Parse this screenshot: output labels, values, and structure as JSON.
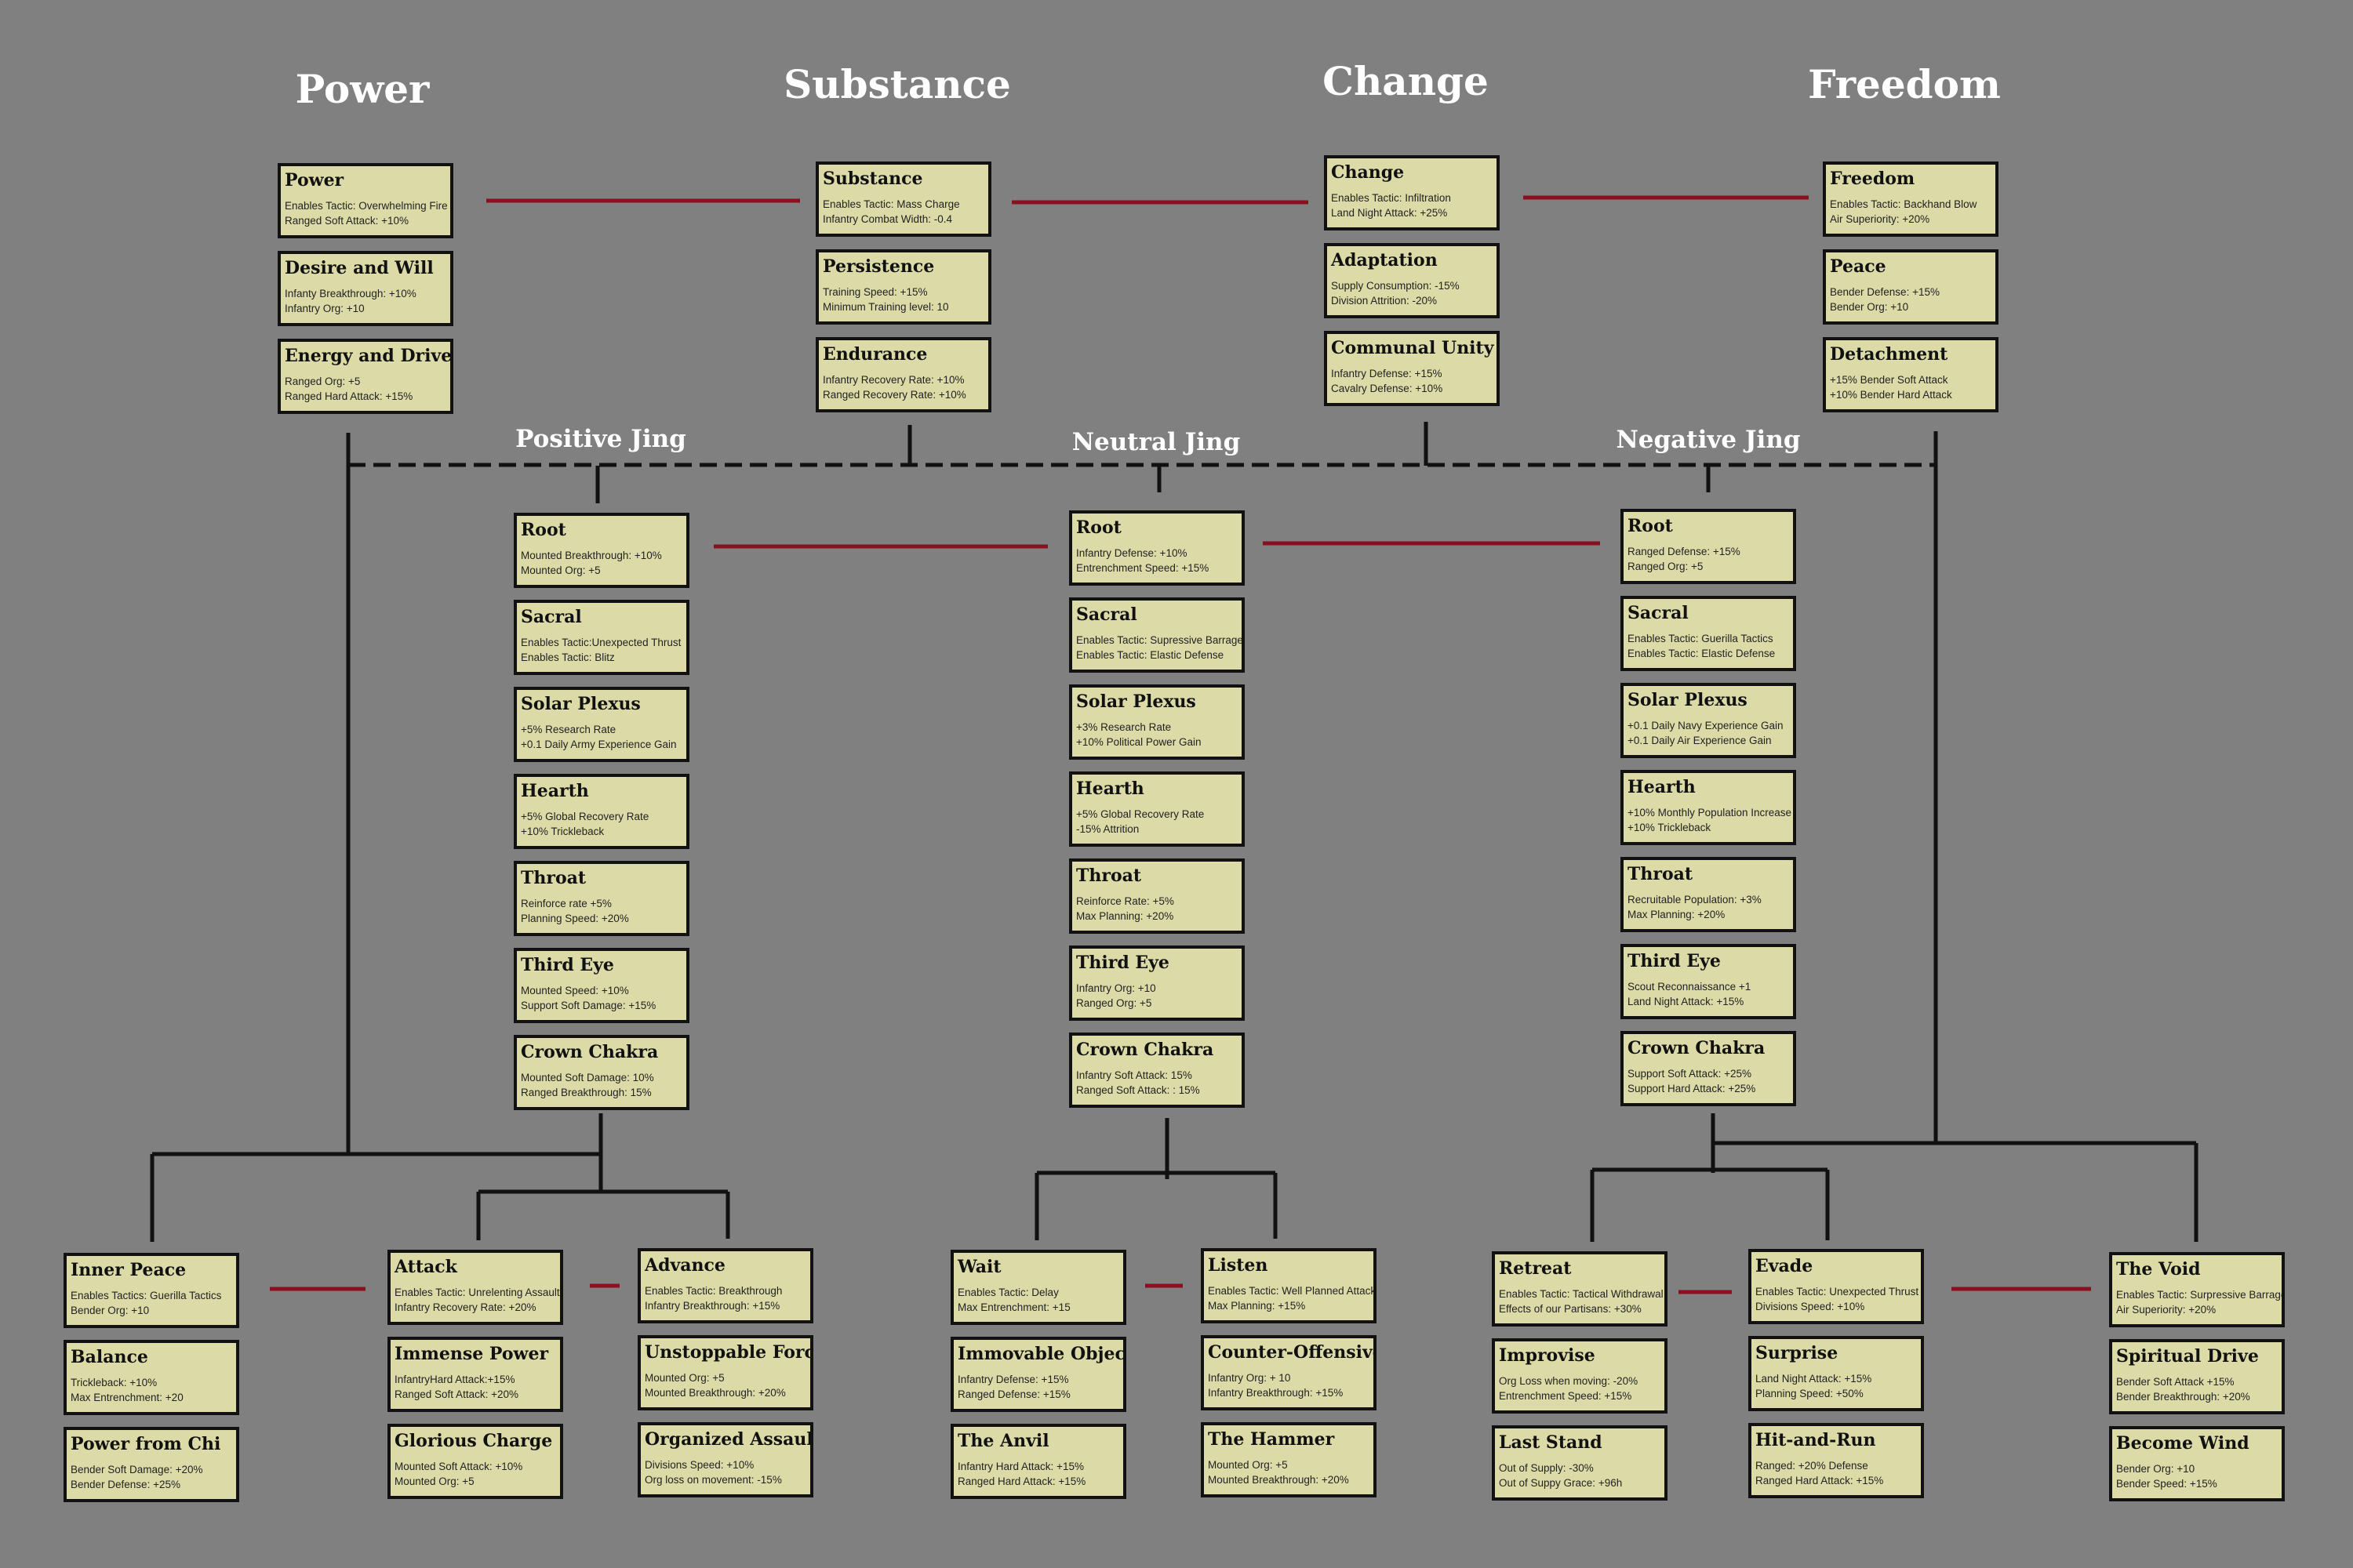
{
  "colors": {
    "background": "#808080",
    "node_fill": "#dcdba8",
    "node_border": "#111111",
    "link_red": "#8a1020",
    "link_black": "#111111",
    "header_text": "#ffffff"
  },
  "headers": [
    "Power",
    "Substance",
    "Change",
    "Freedom"
  ],
  "jing_labels": [
    "Positive Jing",
    "Neutral Jing",
    "Negative Jing"
  ],
  "groups": [
    {
      "id": "power",
      "nodes": [
        {
          "title": "Power",
          "effects": [
            "Enables Tactic: Overwhelming Fire",
            "Ranged Soft Attack: +10%"
          ]
        },
        {
          "title": "Desire and Will",
          "effects": [
            "Infanty Breakthrough: +10%",
            "Infantry Org: +10"
          ]
        },
        {
          "title": "Energy and Drive",
          "effects": [
            "Ranged Org: +5",
            "Ranged Hard Attack: +15%"
          ]
        }
      ]
    },
    {
      "id": "substance",
      "nodes": [
        {
          "title": "Substance",
          "effects": [
            "Enables Tactic: Mass Charge",
            "Infantry Combat Width: -0.4"
          ]
        },
        {
          "title": "Persistence",
          "effects": [
            "Training Speed: +15%",
            "Minimum Training level: 10"
          ]
        },
        {
          "title": "Endurance",
          "effects": [
            "Infantry Recovery Rate: +10%",
            "Ranged Recovery Rate: +10%"
          ]
        }
      ]
    },
    {
      "id": "change",
      "nodes": [
        {
          "title": "Change",
          "effects": [
            "Enables Tactic: Infiltration",
            "Land Night Attack: +25%"
          ]
        },
        {
          "title": "Adaptation",
          "effects": [
            "Supply Consumption: -15%",
            "Division Attrition: -20%"
          ]
        },
        {
          "title": "Communal Unity",
          "effects": [
            "Infantry Defense: +15%",
            "Cavalry Defense: +10%"
          ]
        }
      ]
    },
    {
      "id": "freedom",
      "nodes": [
        {
          "title": "Freedom",
          "effects": [
            "Enables Tactic: Backhand Blow",
            "Air Superiority: +20%"
          ]
        },
        {
          "title": "Peace",
          "effects": [
            "Bender Defense: +15%",
            "Bender Org: +10"
          ]
        },
        {
          "title": "Detachment",
          "effects": [
            "+15% Bender Soft  Attack",
            "+10% Bender Hard Attack"
          ]
        }
      ]
    },
    {
      "id": "positive_jing",
      "nodes": [
        {
          "title": "Root",
          "effects": [
            "Mounted Breakthrough: +10%",
            "Mounted Org: +5"
          ]
        },
        {
          "title": "Sacral",
          "effects": [
            "Enables Tactic:Unexpected Thrust",
            "Enables Tactic:  Blitz"
          ]
        },
        {
          "title": "Solar Plexus",
          "effects": [
            "+5% Research Rate",
            "+0.1 Daily Army Experience Gain"
          ]
        },
        {
          "title": "Hearth",
          "effects": [
            "+5% Global Recovery Rate",
            "+10% Trickleback"
          ]
        },
        {
          "title": "Throat",
          "effects": [
            "Reinforce rate +5%",
            "Planning Speed: +20%"
          ]
        },
        {
          "title": "Third Eye",
          "effects": [
            "Mounted Speed: +10%",
            "Support Soft Damage: +15%"
          ]
        },
        {
          "title": "Crown Chakra",
          "effects": [
            "Mounted Soft Damage: 10%",
            "Ranged Breakthrough: 15%"
          ]
        }
      ]
    },
    {
      "id": "neutral_jing",
      "nodes": [
        {
          "title": "Root",
          "effects": [
            "Infantry Defense: +10%",
            "Entrenchment Speed: +15%"
          ]
        },
        {
          "title": "Sacral",
          "effects": [
            "Enables Tactic: Supressive Barrage",
            "Enables Tactic: Elastic Defense"
          ]
        },
        {
          "title": "Solar Plexus",
          "effects": [
            "+3% Research Rate",
            "+10% Political Power Gain"
          ]
        },
        {
          "title": "Hearth",
          "effects": [
            "+5% Global Recovery Rate",
            "-15% Attrition"
          ]
        },
        {
          "title": "Throat",
          "effects": [
            "Reinforce Rate: +5%",
            "Max Planning: +20%"
          ]
        },
        {
          "title": "Third Eye",
          "effects": [
            "Infantry Org: +10",
            "Ranged Org: +5"
          ]
        },
        {
          "title": "Crown Chakra",
          "effects": [
            "Infantry Soft Attack: 15%",
            "Ranged Soft Attack:   : 15%"
          ]
        }
      ]
    },
    {
      "id": "negative_jing",
      "nodes": [
        {
          "title": "Root",
          "effects": [
            "Ranged Defense: +15%",
            "Ranged Org: +5"
          ]
        },
        {
          "title": "Sacral",
          "effects": [
            "Enables Tactic:  Guerilla Tactics",
            "Enables Tactic:  Elastic Defense"
          ]
        },
        {
          "title": "Solar Plexus",
          "effects": [
            "+0.1 Daily Navy Experience Gain",
            "+0.1 Daily Air Experience Gain"
          ]
        },
        {
          "title": "Hearth",
          "effects": [
            "+10% Monthly Population Increase",
            "+10% Trickleback"
          ]
        },
        {
          "title": "Throat",
          "effects": [
            "Recruitable Population: +3%",
            "Max Planning: +20%"
          ]
        },
        {
          "title": "Third Eye",
          "effects": [
            "Scout Reconnaissance +1",
            "Land Night Attack: +15%"
          ]
        },
        {
          "title": "Crown Chakra",
          "effects": [
            "Support Soft Attack: +25%",
            "Support Hard Attack: +25%"
          ]
        }
      ]
    },
    {
      "id": "inner_peace",
      "nodes": [
        {
          "title": "Inner Peace",
          "effects": [
            "Enables Tactics: Guerilla Tactics",
            "Bender Org: +10"
          ]
        },
        {
          "title": "Balance",
          "effects": [
            "Trickleback: +10%",
            "Max Entrenchment: +20"
          ]
        },
        {
          "title": "Power from Chi",
          "effects": [
            "Bender Soft Damage: +20%",
            "Bender Defense: +25%"
          ]
        }
      ]
    },
    {
      "id": "attack",
      "nodes": [
        {
          "title": "Attack",
          "effects": [
            "Enables Tactic: Unrelenting Assault",
            "Infantry Recovery Rate: +20%"
          ]
        },
        {
          "title": "Immense Power",
          "effects": [
            "InfantryHard Attack:+15%",
            "Ranged Soft Attack: +20%"
          ]
        },
        {
          "title": "Glorious Charge",
          "effects": [
            "Mounted Soft Attack: +10%",
            "Mounted Org: +5"
          ]
        }
      ]
    },
    {
      "id": "advance",
      "nodes": [
        {
          "title": "Advance",
          "effects": [
            "Enables Tactic: Breakthrough",
            "Infantry Breakthrough: +15%"
          ]
        },
        {
          "title": "Unstoppable Force",
          "effects": [
            "Mounted Org: +5",
            "Mounted Breakthrough: +20%"
          ]
        },
        {
          "title": "Organized Assault",
          "effects": [
            "Divisions Speed: +10%",
            "Org loss on movement: -15%"
          ]
        }
      ]
    },
    {
      "id": "wait",
      "nodes": [
        {
          "title": "Wait",
          "effects": [
            "Enables Tactic: Delay",
            "Max Entrenchment: +15"
          ]
        },
        {
          "title": "Immovable Object",
          "effects": [
            "Infantry Defense: +15%",
            "Ranged Defense: +15%"
          ]
        },
        {
          "title": "The Anvil",
          "effects": [
            "Infantry Hard  Attack: +15%",
            "Ranged Hard Attack: +15%"
          ]
        }
      ]
    },
    {
      "id": "listen",
      "nodes": [
        {
          "title": "Listen",
          "effects": [
            "Enables Tactic: Well Planned Attack",
            "Max Planning: +15%"
          ]
        },
        {
          "title": "Counter-Offensive",
          "effects": [
            "Infantry Org: + 10",
            "Infantry Breakthrough: +15%"
          ]
        },
        {
          "title": "The Hammer",
          "effects": [
            "Mounted Org: +5",
            "Mounted Breakthrough: +20%"
          ]
        }
      ]
    },
    {
      "id": "retreat",
      "nodes": [
        {
          "title": "Retreat",
          "effects": [
            "Enables Tactic: Tactical Withdrawal",
            "Effects of our Partisans: +30%"
          ]
        },
        {
          "title": "Improvise",
          "effects": [
            "Org Loss when moving: -20%",
            "Entrenchment Speed: +15%"
          ]
        },
        {
          "title": "Last Stand",
          "effects": [
            "Out of Supply: -30%",
            "Out of Suppy Grace: +96h"
          ]
        }
      ]
    },
    {
      "id": "evade",
      "nodes": [
        {
          "title": "Evade",
          "effects": [
            "Enables Tactic: Unexpected Thrust",
            "Divisions Speed: +10%"
          ]
        },
        {
          "title": "Surprise",
          "effects": [
            "Land Night Attack: +15%",
            "Planning Speed: +50%"
          ]
        },
        {
          "title": "Hit-and-Run",
          "effects": [
            "Ranged: +20% Defense",
            "Ranged Hard Attack: +15%"
          ]
        }
      ]
    },
    {
      "id": "the_void",
      "nodes": [
        {
          "title": "The Void",
          "effects": [
            "Enables Tactic: Surpressive Barrage",
            "Air Superiority: +20%"
          ]
        },
        {
          "title": "Spiritual Drive",
          "effects": [
            "Bender Soft Attack +15%",
            "Bender Breakthrough: +20%"
          ]
        },
        {
          "title": "Become Wind",
          "effects": [
            "Bender Org: +10",
            "Bender Speed: +15%"
          ]
        }
      ]
    }
  ]
}
